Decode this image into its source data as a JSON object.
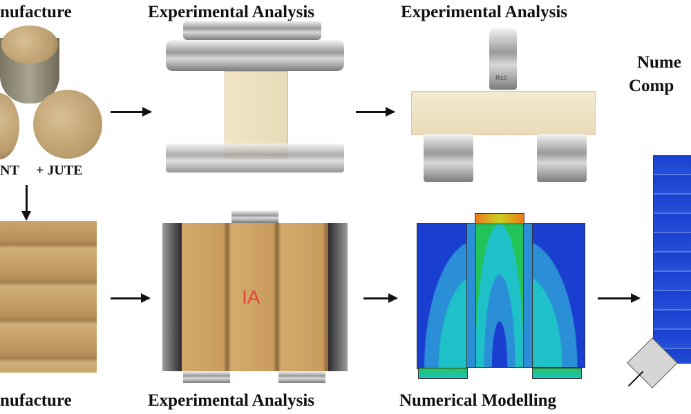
{
  "labels": {
    "top_manufacture": "nufacture",
    "top_experimental_1": "Experimental Analysis",
    "top_experimental_2": "Experimental Analysis",
    "numerical_line1": "Nume",
    "numerical_line2": "Comp",
    "sample_nt": "NT",
    "sample_jute": "+ JUTE",
    "bottom_manufacture": "nufacture",
    "bottom_experimental": "Experimental Analysis",
    "bottom_numerical": "Numerical Modelling",
    "specimen_mark": "IA",
    "roller_mark": "R10"
  },
  "colors": {
    "fe_blue": "#1a3fd0",
    "fe_lightblue": "#2a8fd6",
    "fe_cyan": "#1fc1c9",
    "fe_green": "#22c45a",
    "fe_orange": "#f07a1a"
  }
}
